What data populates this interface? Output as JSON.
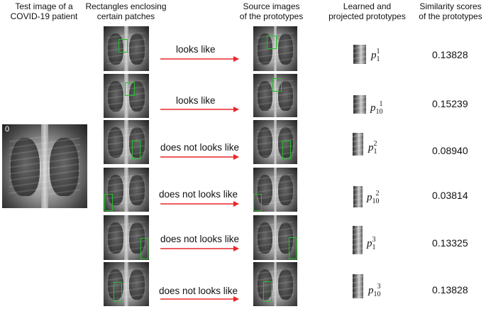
{
  "headers": {
    "test_image": "Test image of a\nCOVID-19 patient",
    "rectangles": "Rectangles enclosing\ncertain patches",
    "source_images": "Source images\nof the prototypes",
    "prototypes": "Learned and\nprojected prototypes",
    "similarity": "Similarity scores\nof the prototypes"
  },
  "test_image_marker": "0",
  "rows": [
    {
      "relation": "looks like",
      "proto_base": "p",
      "proto_sub": "1",
      "proto_sup": "1",
      "score": "0.13828"
    },
    {
      "relation": "looks like",
      "proto_base": "p",
      "proto_sub": "10",
      "proto_sup": "1",
      "score": "0.15239"
    },
    {
      "relation": "does not looks like",
      "proto_base": "p",
      "proto_sub": "1",
      "proto_sup": "2",
      "score": "0.08940"
    },
    {
      "relation": "does not looks like",
      "proto_base": "p",
      "proto_sub": "10",
      "proto_sup": "2",
      "score": "0.03814"
    },
    {
      "relation": "does not looks like",
      "proto_base": "p",
      "proto_sub": "1",
      "proto_sup": "3",
      "score": "0.13325"
    },
    {
      "relation": "does not looks like",
      "proto_base": "p",
      "proto_sub": "10",
      "proto_sup": "3",
      "score": "0.13828"
    }
  ],
  "colors": {
    "arrow": "#e8262b",
    "patch_box": "#22c02a"
  }
}
